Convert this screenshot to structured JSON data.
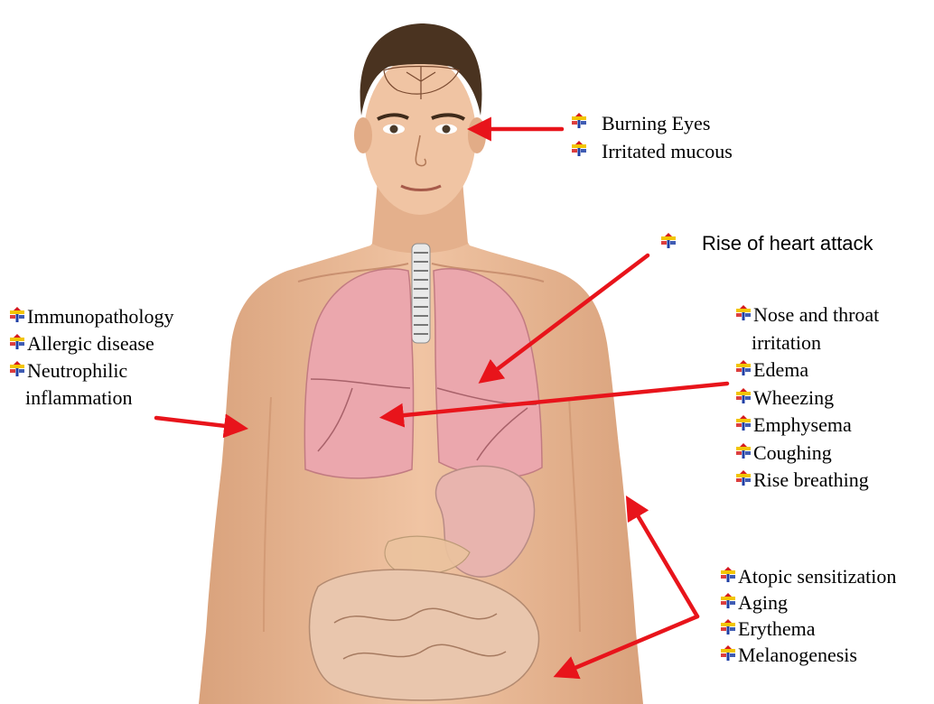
{
  "colors": {
    "arrow": "#e8141b",
    "skin": "#e8b896",
    "lung": "#eba7ad",
    "hair": "#4a3320",
    "bullet_yellow": "#f2c500",
    "bullet_blue": "#1f3fa6",
    "bullet_red": "#d61c1c"
  },
  "icons": {
    "bullet": "pushpin-bullet-icon"
  },
  "labels": {
    "eyes": [
      "Burning Eyes",
      "Irritated mucous"
    ],
    "heart": [
      "Rise of  heart attack"
    ],
    "immune": [
      {
        "text": "Immunopathology"
      },
      {
        "text": "Allergic disease"
      },
      {
        "text": "Neutrophilic",
        "cont": "inflammation"
      }
    ],
    "respiratory": [
      {
        "text": "Nose and throat",
        "cont": "irritation"
      },
      {
        "text": "Edema"
      },
      {
        "text": "Wheezing"
      },
      {
        "text": "Emphysema"
      },
      {
        "text": "Coughing"
      },
      {
        "text": "Rise breathing"
      }
    ],
    "skin": [
      "Atopic sensitization",
      "Aging",
      "Erythema",
      "Melanogenesis"
    ]
  }
}
